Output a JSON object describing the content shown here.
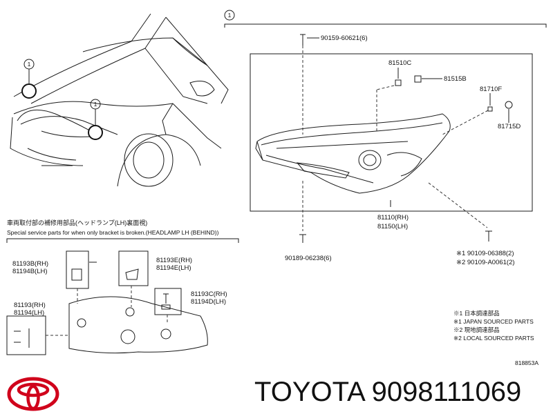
{
  "callout_symbol": "1",
  "parts": {
    "clip_top": "90159-60621(6)",
    "socket_c": "81510C",
    "bulb_b": "81515B",
    "socket_f": "81710F",
    "bulb_d": "81715D",
    "headlamp_rh": "81110(RH)",
    "headlamp_lh": "81150(LH)",
    "clip_bottom": "90189-06238(6)",
    "screw_1": "※1 90109-06388(2)",
    "screw_2": "※2 90109-A0061(2)",
    "bracket_b_rh": "81193B(RH)",
    "bracket_b_lh": "81194B(LH)",
    "bracket_e_rh": "81193E(RH)",
    "bracket_e_lh": "81194E(LH)",
    "bracket_c_rh": "81193C(RH)",
    "bracket_c_lh": "81194D(LH)",
    "bracket_rh": "81193(RH)",
    "bracket_lh": "81194(LH)"
  },
  "notes": {
    "jp_title": "車両取付部の補修用部品(ヘッドランプ(LH)裏面視)",
    "en_title": "Special service parts for when only bracket is broken.(HEADLAMP LH (BEHIND))"
  },
  "legend": [
    "※1 日本調達部品",
    "※1 JAPAN SOURCED PARTS",
    "※2 現地調達部品",
    "※2 LOCAL SOURCED PARTS"
  ],
  "diagram_id": "818853A",
  "brand": {
    "text": "TOYOTA 9098111069",
    "logo_color": "#d0021b"
  }
}
